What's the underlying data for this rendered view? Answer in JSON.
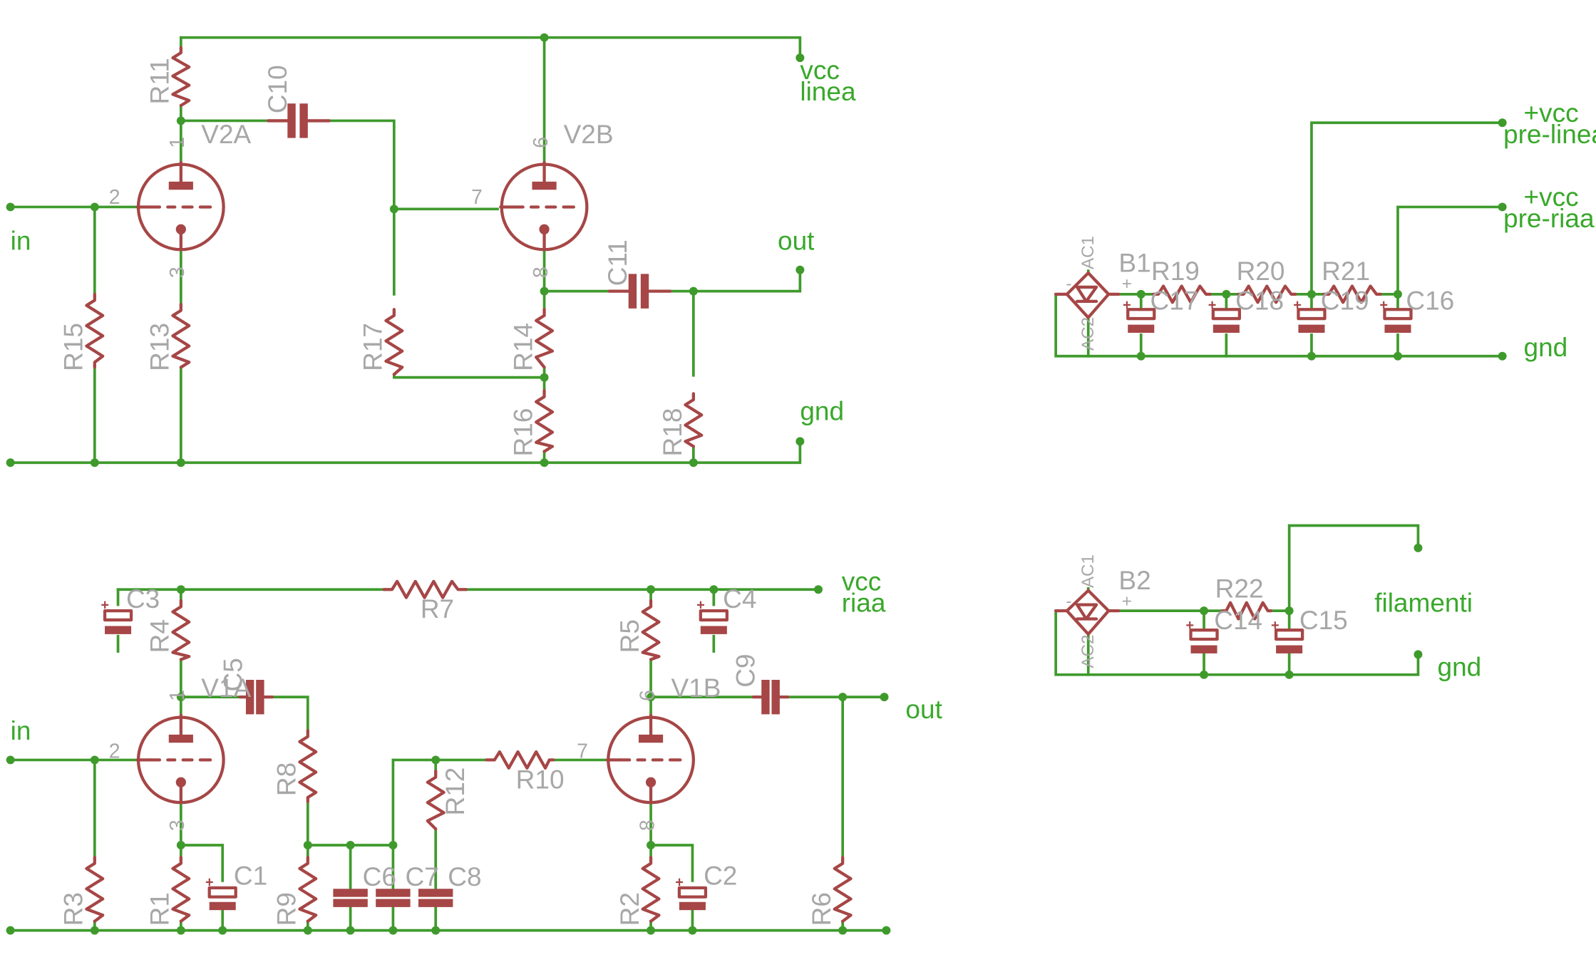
{
  "schematic": {
    "nets": {
      "vcc_linea": "vcc",
      "vcc_linea_2": "linea",
      "out_linea": "out",
      "gnd_linea": "gnd",
      "in_linea": "in",
      "vcc_riaa": "vcc",
      "vcc_riaa_2": "riaa",
      "out_riaa": "out",
      "in_riaa": "in",
      "pre_linea_1": "+vcc",
      "pre_linea_2": "pre-linea",
      "pre_riaa_1": "+vcc",
      "pre_riaa_2": "pre-riaa",
      "gnd_psu": "gnd",
      "filamenti": "filamenti",
      "gnd_fil": "gnd"
    },
    "tubes": {
      "V2A": "V2A",
      "V2B": "V2B",
      "V1A": "V1A",
      "V1B": "V1B"
    },
    "resistors": {
      "R1": "R1",
      "R2": "R2",
      "R3": "R3",
      "R4": "R4",
      "R5": "R5",
      "R6": "R6",
      "R7": "R7",
      "R8": "R8",
      "R9": "R9",
      "R10": "R10",
      "R11": "R11",
      "R12": "R12",
      "R13": "R13",
      "R14": "R14",
      "R15": "R15",
      "R16": "R16",
      "R17": "R17",
      "R18": "R18",
      "R19": "R19",
      "R20": "R20",
      "R21": "R21",
      "R22": "R22"
    },
    "capacitors": {
      "C1": "C1",
      "C2": "C2",
      "C3": "C3",
      "C4": "C4",
      "C5": "C5",
      "C6": "C6",
      "C7": "C7",
      "C8": "C8",
      "C9": "C9",
      "C10": "C10",
      "C11": "C11",
      "C14": "C14",
      "C15": "C15",
      "C16": "C16",
      "C17": "C17",
      "C18": "C18",
      "C19": "C19"
    },
    "bridges": {
      "B1": "B1",
      "B2": "B2"
    },
    "pins": {
      "p1": "1",
      "p2": "2",
      "p3": "3",
      "p6": "6",
      "p7": "7",
      "p8": "8",
      "ac1": "AC1",
      "ac2": "AC2",
      "plus": "+",
      "minus": "-"
    },
    "colors": {
      "wire": "#3f9a2c",
      "component": "#a64646",
      "designator": "#a7a7a7",
      "net_label": "#39a82b"
    }
  }
}
